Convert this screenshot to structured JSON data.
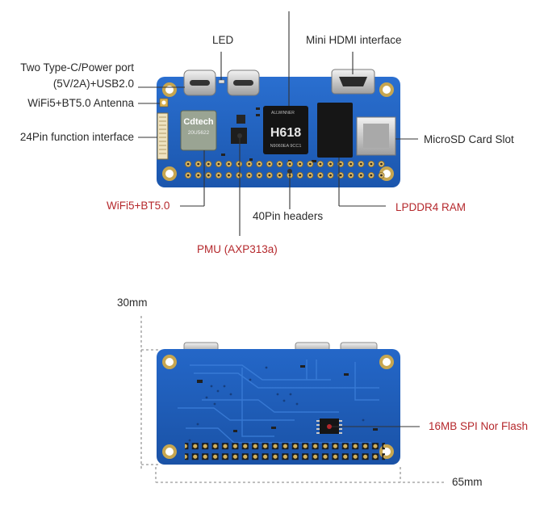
{
  "top_labels": {
    "led": "LED",
    "mini_hdmi": "Mini HDMI interface",
    "power_line1": "Two Type-C/Power port",
    "power_line2": "(5V/2A)+USB2.0",
    "antenna": "WiFi5+BT5.0 Antenna",
    "function_24pin": "24Pin function interface",
    "microsd": "MicroSD Card Slot",
    "wifi_module": "WiFi5+BT5.0",
    "headers_40pin": "40Pin headers",
    "lpddr4": "LPDDR4 RAM",
    "pmu": "PMU (AXP313a)"
  },
  "bottom_labels": {
    "height_dim": "30mm",
    "width_dim": "65mm",
    "spi_flash": "16MB SPI Nor Flash"
  },
  "chip_marks": {
    "soc_brand": "ALLWINNER",
    "soc_name": "H618",
    "soc_code": "N9060EA 9CC1",
    "wifi_brand": "Cdtech",
    "wifi_model": "20U5622"
  },
  "colors": {
    "board_blue": "#1e5fb8",
    "callout_red": "#b5282c",
    "callout_dark": "#333333"
  }
}
